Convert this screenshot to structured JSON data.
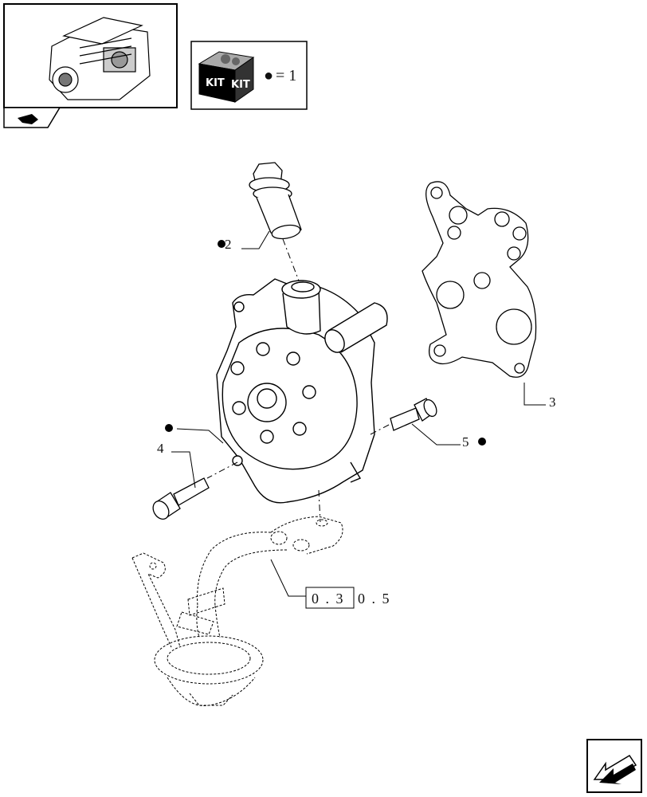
{
  "kit_legend": {
    "symbol": "●",
    "equals": "= 1",
    "kit_label_left": "KIT",
    "kit_label_right": "KIT"
  },
  "callouts": {
    "part_2": "2",
    "part_3": "3",
    "part_4": "4",
    "part_5": "5"
  },
  "reference": {
    "boxed": "0 . 3",
    "rest": "0 . 5"
  },
  "icons": {
    "engine_thumbnail": "engine-thumbnail-icon",
    "kit_box": "kit-box-icon",
    "nav_arrow": "next-page-arrow-icon"
  }
}
